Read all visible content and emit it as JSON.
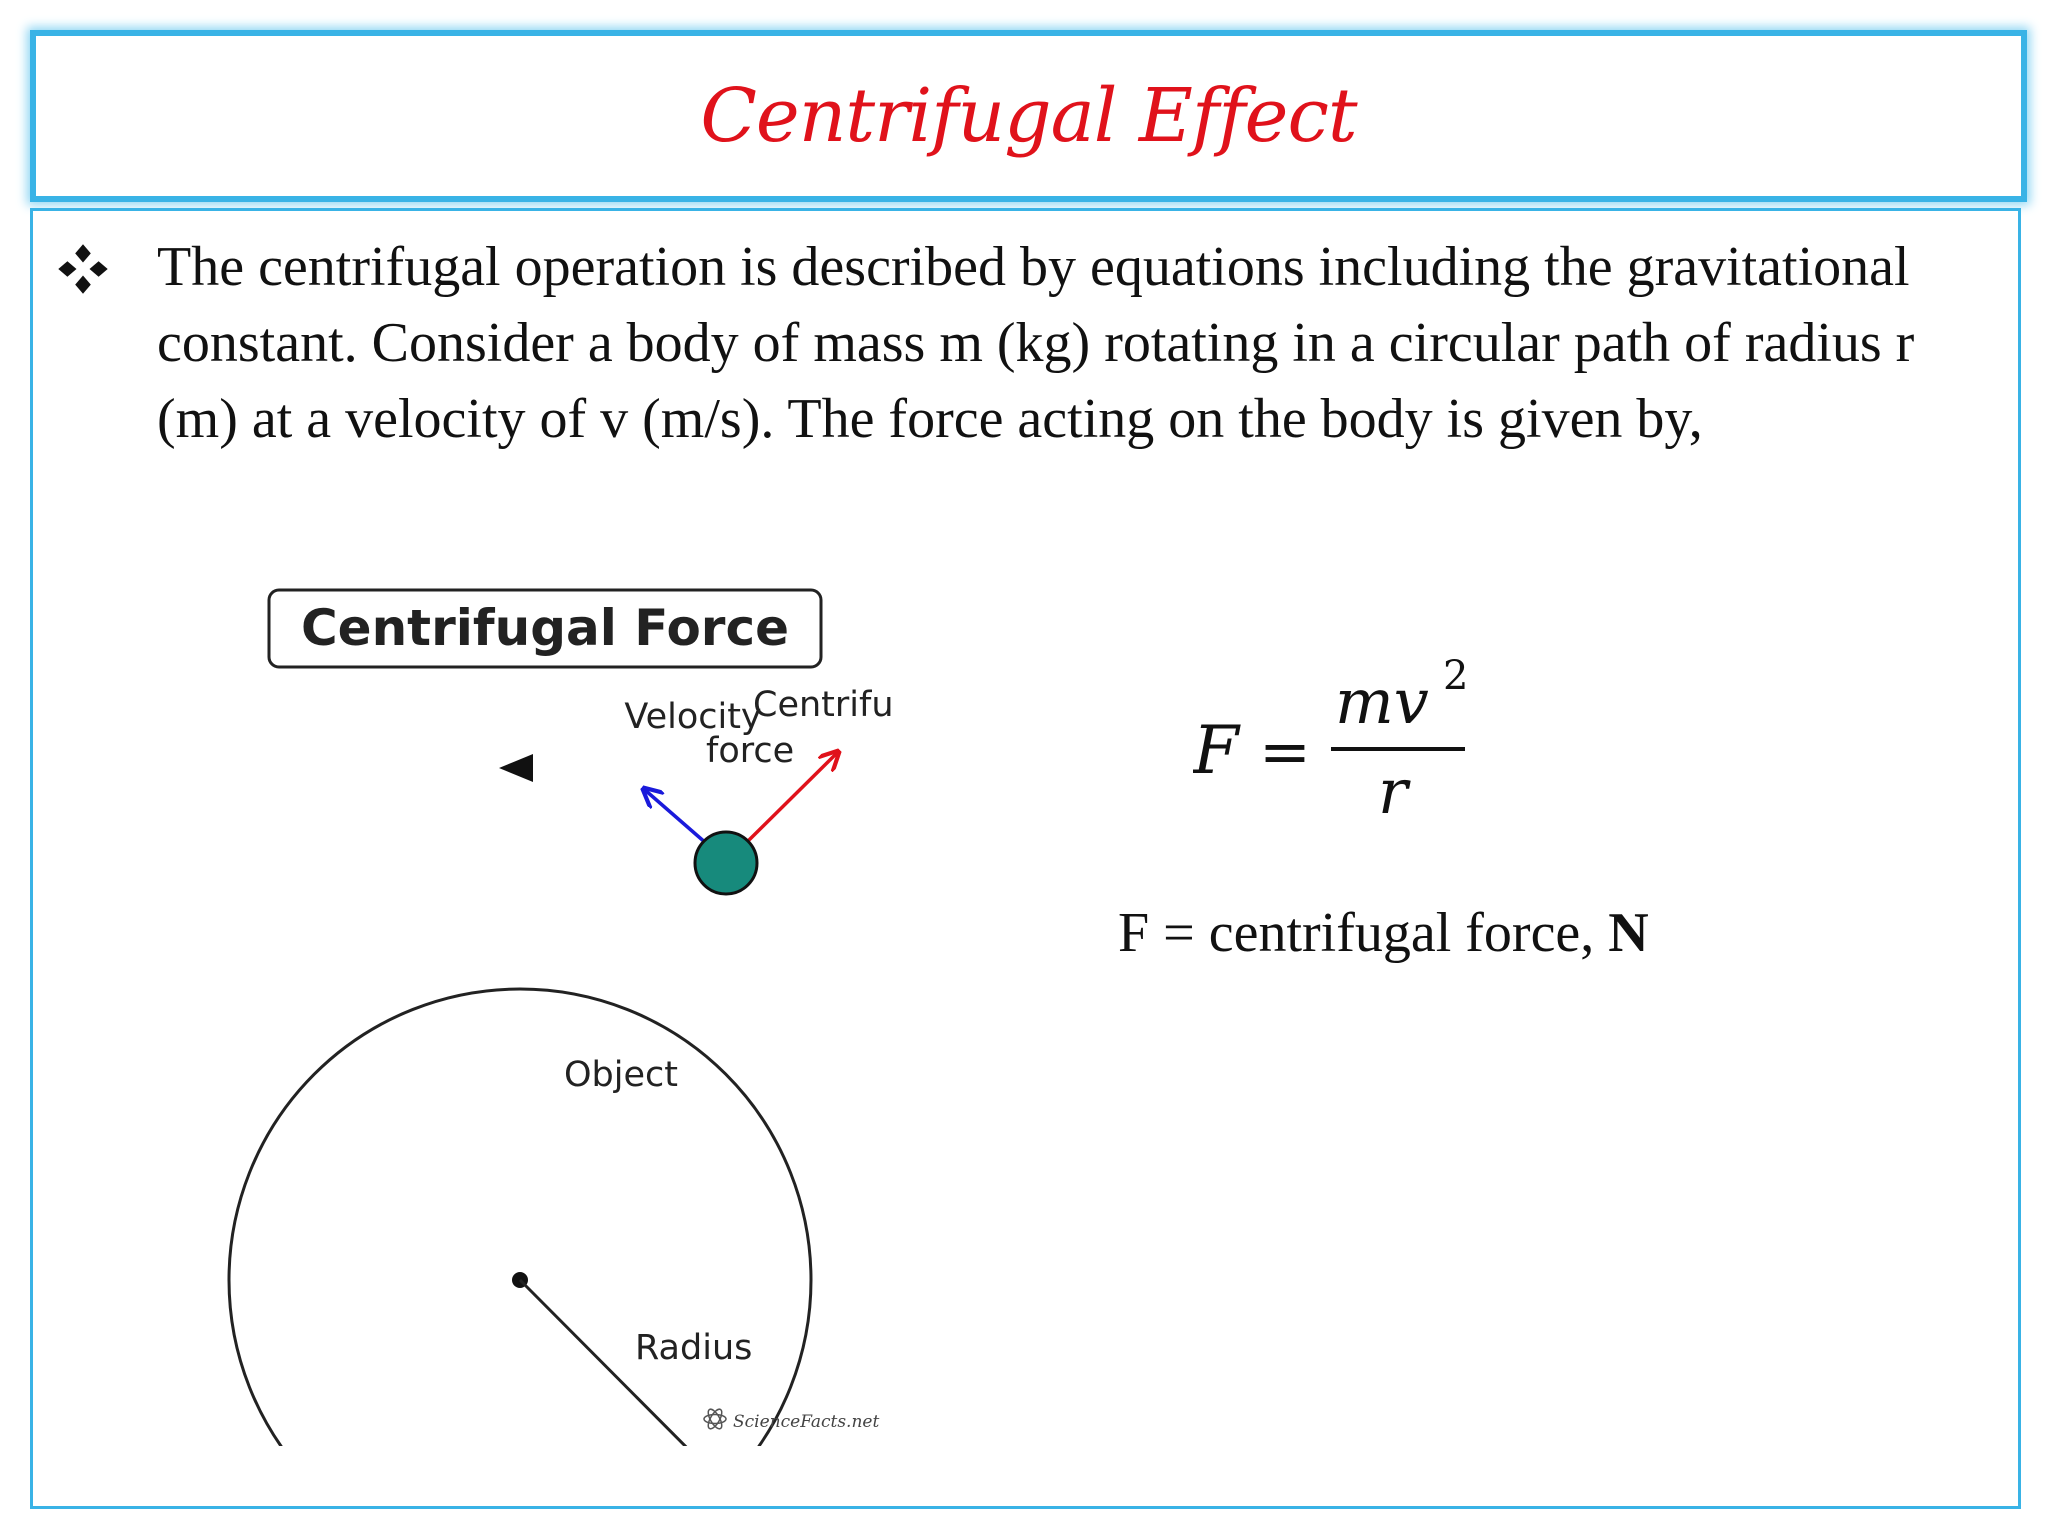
{
  "title": "Centrifugal Effect",
  "bullet": {
    "icon": "four-diamond-bullet-icon",
    "text": "The centrifugal operation is described by equations including the gravitational constant. Consider a body of mass m (kg) rotating in a circular path of radius r (m) at a velocity of v (m/s). The force acting on the body is given by,"
  },
  "diagram": {
    "heading": "Centrifugal Force",
    "label_centrifugal_line1": "Centrifugal",
    "label_centrifugal_line2": "force",
    "label_velocity": "Velocity",
    "label_object": "Object",
    "label_radius": "Radius",
    "watermark": "ScienceFacts.net",
    "colors": {
      "object": "#178a7c",
      "velocity_arrow": "#1a1adb",
      "force_arrow": "#e0121b"
    }
  },
  "formula": {
    "lhs": "F",
    "equals": "=",
    "numerator": "mv",
    "exponent": "2",
    "denominator": "r"
  },
  "definition": {
    "text": "F = centrifugal force, ",
    "unit": "N"
  },
  "colors": {
    "title": "#e0121b",
    "border": "#39b3e6"
  }
}
